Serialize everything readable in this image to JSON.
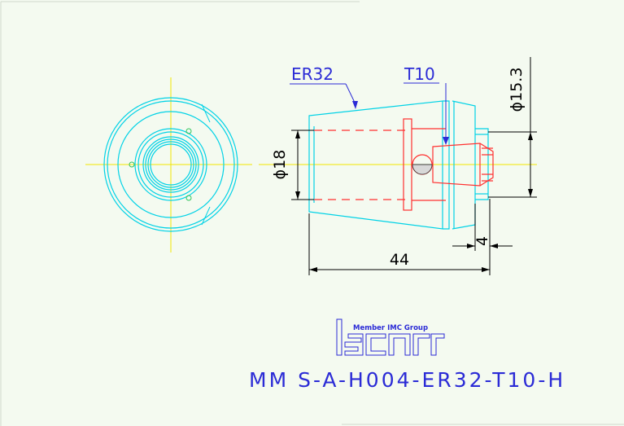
{
  "drawing": {
    "labels": {
      "collet": "ER32",
      "thread": "T10"
    },
    "dimensions": {
      "collet_diameter": "ϕ18",
      "thread_diameter": "ϕ15.3",
      "overall_length": "44",
      "offset_length": "4"
    },
    "logo": {
      "tagline": "Member IMC Group",
      "wordmark": "iscar"
    },
    "part_code": "MM S-A-H004-ER32-T10-H"
  },
  "colors": {
    "outline": "#00d2e6",
    "insert": "#ff3030",
    "centerline": "#f2e600",
    "dimension": "#000000",
    "label": "#2b2bd6",
    "background": "#f4faf0"
  }
}
